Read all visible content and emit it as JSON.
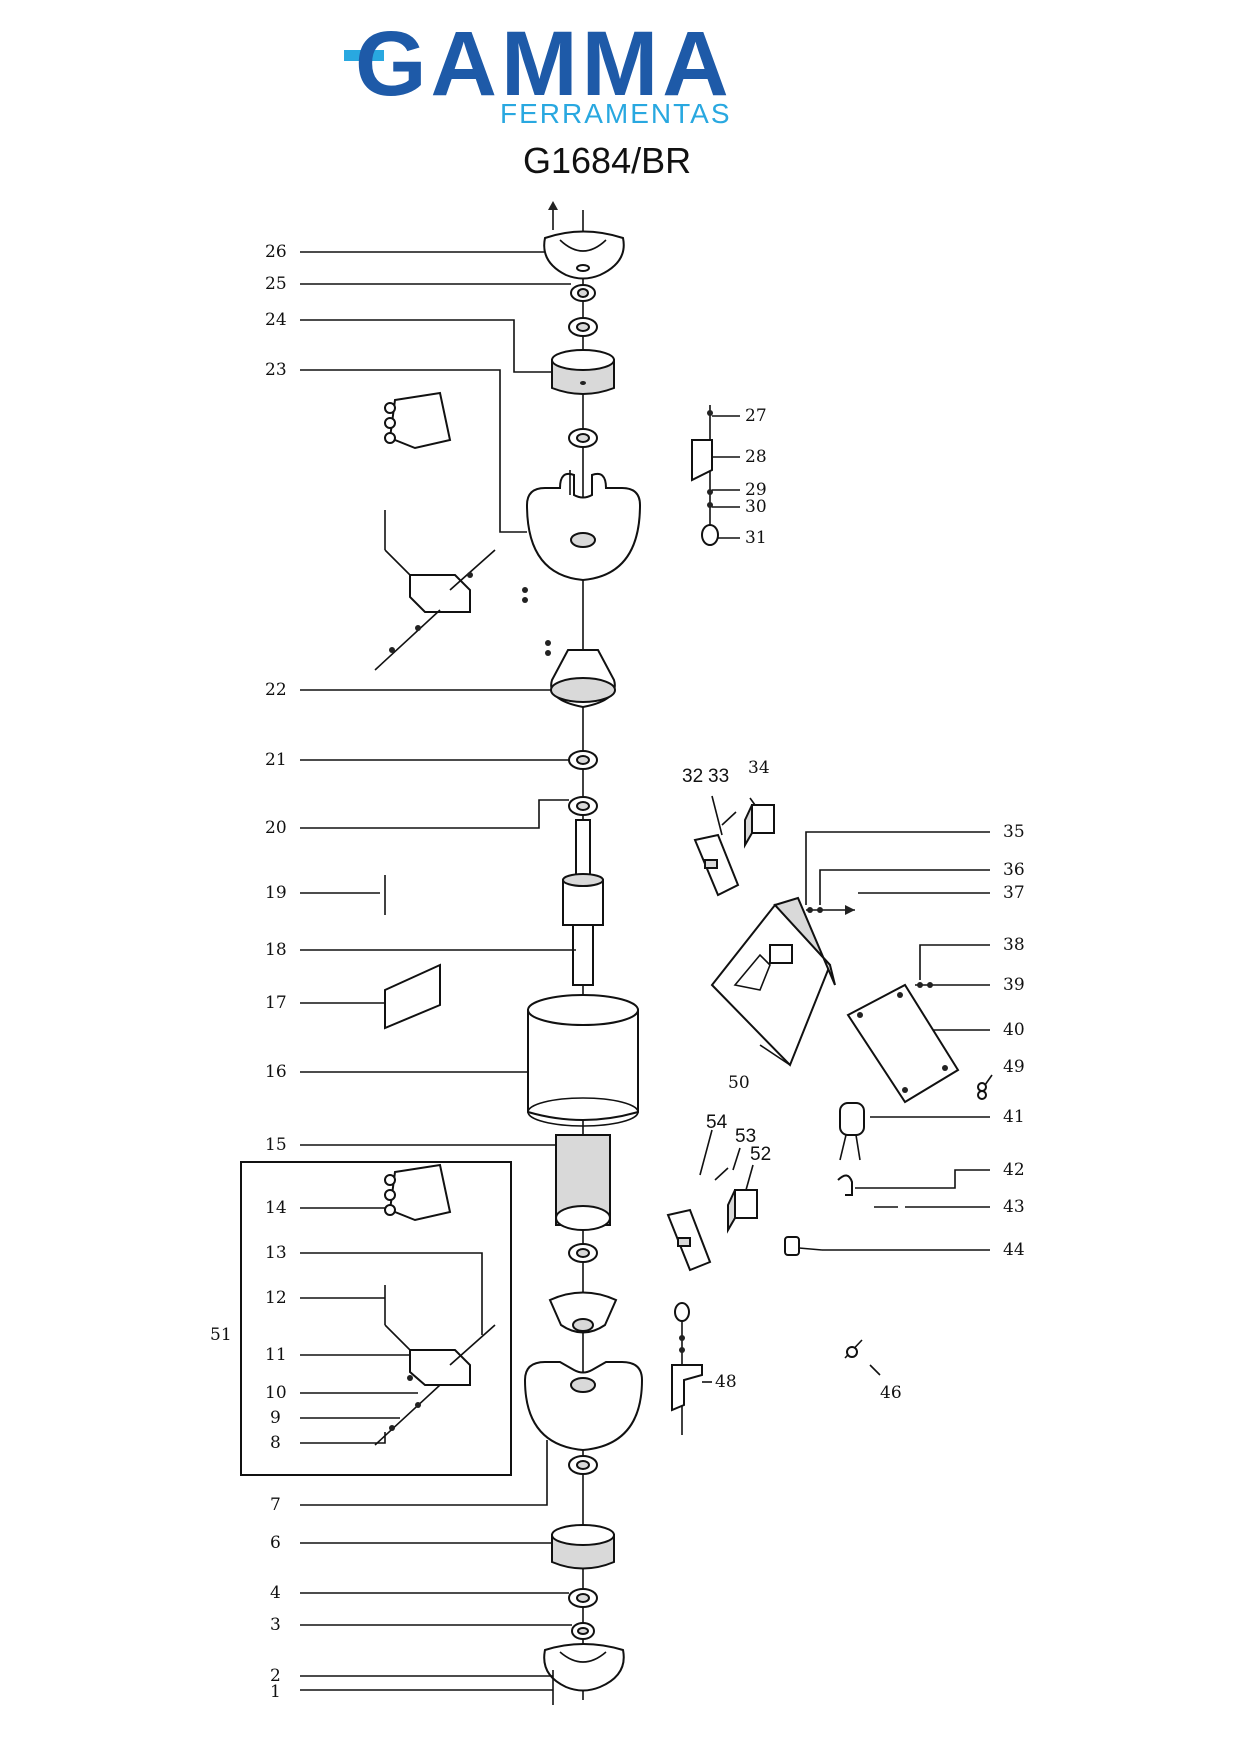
{
  "brand": {
    "name": "GAMMA",
    "subtitle": "FERRAMENTAS",
    "model": "G1684/BR",
    "colors": {
      "primary": "#1e5aa8",
      "accent": "#29a8e0"
    }
  },
  "callouts": {
    "c1": "1",
    "c2": "2",
    "c3": "3",
    "c4": "4",
    "c6": "6",
    "c7": "7",
    "c8": "8",
    "c9": "9",
    "c10": "10",
    "c11": "11",
    "c12": "12",
    "c13": "13",
    "c14": "14",
    "c15": "15",
    "c16": "16",
    "c17": "17",
    "c18": "18",
    "c19": "19",
    "c20": "20",
    "c21": "21",
    "c22": "22",
    "c23": "23",
    "c24": "24",
    "c25": "25",
    "c26": "26",
    "c27": "27",
    "c28": "28",
    "c29": "29",
    "c30": "30",
    "c31": "31",
    "c32": "32",
    "c33": "33",
    "c34": "34",
    "c35": "35",
    "c36": "36",
    "c37": "37",
    "c38": "38",
    "c39": "39",
    "c40": "40",
    "c41": "41",
    "c42": "42",
    "c43": "43",
    "c44": "44",
    "c46": "46",
    "c48": "48",
    "c49": "49",
    "c50": "50",
    "c51": "51",
    "c52": "52",
    "c53": "53",
    "c54": "54"
  }
}
